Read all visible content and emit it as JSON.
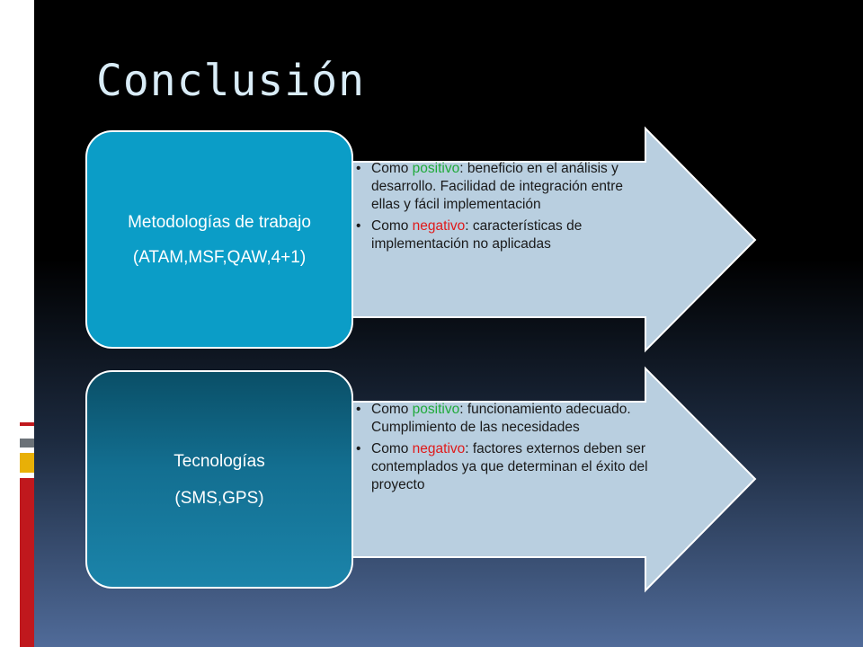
{
  "slide": {
    "title": "Conclusión",
    "colors": {
      "positive": "#1faa3a",
      "negative": "#e01a1a",
      "box_top": "#0b9dc7",
      "box_bottom": "#136f91",
      "arrow_fill": "#b9cfe0",
      "title": "#d9ecf7"
    }
  },
  "diagram": {
    "rows": [
      {
        "category_line1": "Metodologías de trabajo",
        "category_line2": "(ATAM,MSF,QAW,4+1)",
        "bullets": [
          {
            "prefix": "Como ",
            "keyword": "positivo",
            "rest": ": beneficio en el análisis y desarrollo. Facilidad de integración entre ellas y fácil implementación"
          },
          {
            "prefix": "Como ",
            "keyword": "negativo",
            "rest": ": características de implementación no aplicadas"
          }
        ]
      },
      {
        "category_line1": "Tecnologías",
        "category_line2": "(SMS,GPS)",
        "bullets": [
          {
            "prefix": "Como ",
            "keyword": "positivo",
            "rest": ": funcionamiento adecuado. Cumplimiento de las necesidades"
          },
          {
            "prefix": "Como ",
            "keyword": "negativo",
            "rest": ": factores externos deben ser contemplados ya que determinan el éxito del proyecto"
          }
        ]
      }
    ]
  }
}
